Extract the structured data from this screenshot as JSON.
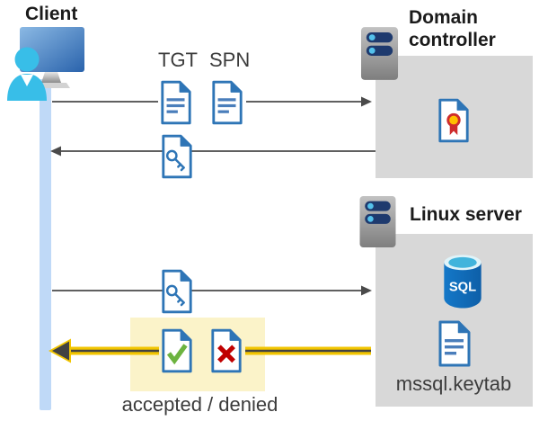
{
  "client": {
    "label": "Client"
  },
  "messages": {
    "tgt_label": "TGT",
    "spn_label": "SPN",
    "result_label": "accepted / denied"
  },
  "domain_controller": {
    "label": "Domain controller"
  },
  "linux_server": {
    "label": "Linux server",
    "sql_label": "SQL",
    "keytab_label": "mssql.keytab"
  },
  "icons": {
    "client": "person-at-monitor-icon",
    "servers": "server-rack-icon",
    "tgt": "document-icon",
    "spn": "document-icon",
    "session_key": "key-document-icon",
    "certificate": "certificate-document-icon",
    "database": "sql-database-icon",
    "keytab": "document-icon",
    "accepted": "check-document-icon",
    "denied": "cross-document-icon"
  },
  "colors": {
    "doc_blue": "#2E75B6",
    "doc_line_blue": "#4A7EBB",
    "timeline_blue": "#BFD9F7",
    "panel_gray": "#D8D8D8",
    "highlight_yellow": "#FBF3C9",
    "arrow_gray": "#4A4A4A",
    "flow_yellow": "#F2C500",
    "accept_green": "#6CB33F",
    "deny_red": "#C00000",
    "person_cyan": "#38BEE8",
    "server_pill_navy": "#1E3A6E",
    "sql_blue": "#1172BA"
  }
}
